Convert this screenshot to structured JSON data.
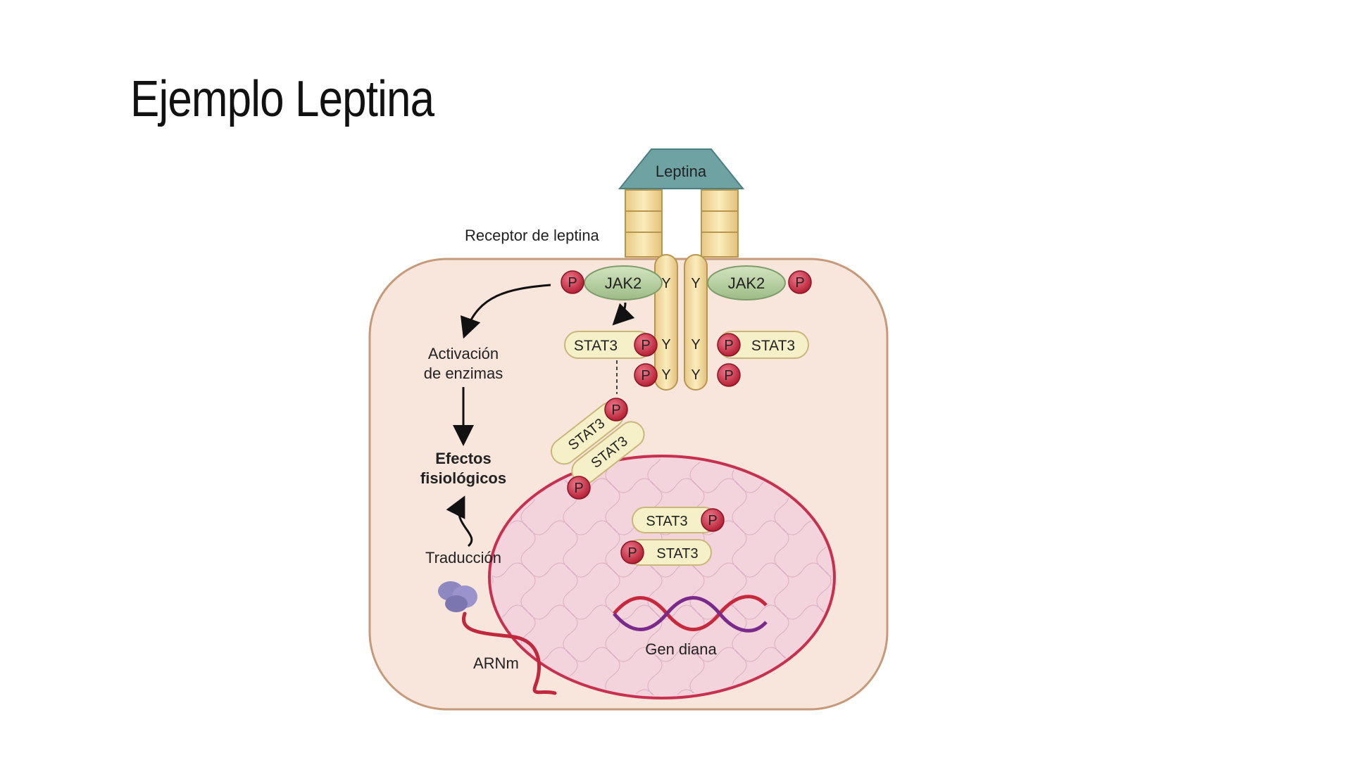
{
  "slide": {
    "title": "Ejemplo Leptina"
  },
  "diagram": {
    "leptin_label": "Leptina",
    "receptor_label": "Receptor de leptina",
    "jak2": "JAK2",
    "stat3": "STAT3",
    "phosphate": "P",
    "tyrosine": "Y",
    "enzyme_activation": [
      "Activación",
      "de enzimas"
    ],
    "physiological_effects": [
      "Efectos",
      "fisiológicos"
    ],
    "translation": "Traducción",
    "mrna": "ARNm",
    "target_gene": "Gen diana"
  },
  "colors": {
    "cell_fill": "#f8e6dc",
    "cell_border": "#c69a78",
    "nucleus_fill": "#f3d3dc",
    "nucleus_border": "#c8304f",
    "leptin": "#6fa3a3",
    "receptor": "#f1dda0",
    "jak2": "#b9d1a1",
    "stat3": "#f6f0c8",
    "phosphate": "#c8283c",
    "dna_strand_1": "#c8283c",
    "dna_strand_2": "#7a2a8a",
    "ribosome": "#8e88c0"
  }
}
